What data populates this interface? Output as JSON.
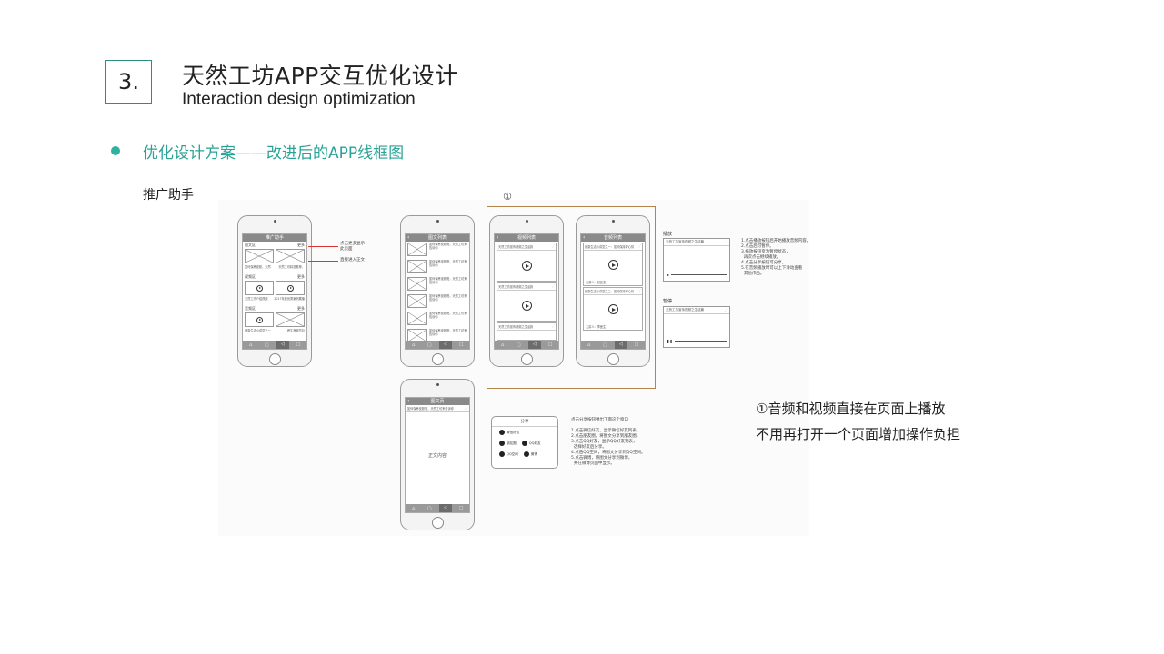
{
  "header": {
    "number": "3.",
    "title_cn": "天然工坊APP交互优化设计",
    "title_en": "Interaction design optimization"
  },
  "section": {
    "subtitle": "优化设计方案——改进后的APP线框图",
    "label": "推广助手",
    "marker": "①"
  },
  "colors": {
    "accent": "#2aa396",
    "frame": "#b5844a",
    "annotation_line": "#dd3333"
  },
  "phone1": {
    "nav_title": "推广助手",
    "sec1_title": "图文区",
    "sec1_more": "更多",
    "sec1_captions": [
      "如何保养皮肤，天然",
      "天然工坊精选推荐，"
    ],
    "sec2_title": "视频区",
    "sec2_more": "更多",
    "sec2_captions": [
      "天然工坊介绍视频",
      "2017年度优秀案例展播"
    ],
    "sec3_title": "音频区",
    "sec3_more": "更多",
    "sec3_captions": [
      "健康生活小讲堂之一",
      "养生音频节目"
    ],
    "annot1": "点击更多显示\n此页面",
    "annot2": "直接进入正文"
  },
  "phone2": {
    "nav_title": "图文列表",
    "rows": [
      "如何保养皮肤呢，天然工坊来告诉你",
      "如何保养皮肤呢，天然工坊来告诉你",
      "如何保养皮肤呢，天然工坊来告诉你",
      "如何保养皮肤呢，天然工坊来告诉你",
      "如何保养皮肤呢，天然工坊来告诉你",
      "如何保养皮肤呢，天然工坊来告诉你"
    ]
  },
  "phone3": {
    "nav_title": "视频列表",
    "cards": [
      "天然工坊宣传视频之生活篇",
      "天然工坊宣传视频之生活篇",
      "天然工坊宣传视频之生活篇"
    ]
  },
  "phone4": {
    "nav_title": "音频列表",
    "cards": [
      "健康生活小讲堂之一：如何保持好心情",
      "健康生活小讲堂之二：如何保持好心情"
    ],
    "footers": [
      "主讲人：张医生",
      "主讲人：李医生"
    ]
  },
  "phone5": {
    "nav_title": "图文页",
    "header_text": "如何保养皮肤呢，天然工坊来告诉你",
    "body_text": "正文内容"
  },
  "audio_cards": {
    "play_label": "播放",
    "play_header": "天然工坊宣传视频之生活篇",
    "pause_label": "暂停",
    "pause_header": "天然工坊宣传视频之生活篇"
  },
  "audio_notes": "1.点击播放按钮后开始播放音频内容。\n2.点击后可暂停。\n3.播放按钮变为暂停状态，\n  再次点击继续播放。\n4.点击分享按钮可分享。\n5.在音频播放时可以上下滑动查看\n  其他作品。",
  "share_popup": {
    "title": "分享",
    "items": [
      "微信好友",
      "朋友圈",
      "QQ好友",
      "QQ空间",
      "微博"
    ]
  },
  "share_notes": "点击分享按钮弹出下面这个窗口\n\n1.点击微信好友，显示微信好友列表。\n2.点击朋友圈，将图文分享到朋友圈。\n3.点击QQ好友，显示QQ好友列表，\n  选择好友后分享。\n4.点击QQ空间，将图文分享到QQ空间。\n5.点击微博，将图文分享到微博，\n  并在微博页面中显示。",
  "conclusion": {
    "line1": "①音频和视频直接在页面上播放",
    "line2": "不用再打开一个页面增加操作负担"
  }
}
